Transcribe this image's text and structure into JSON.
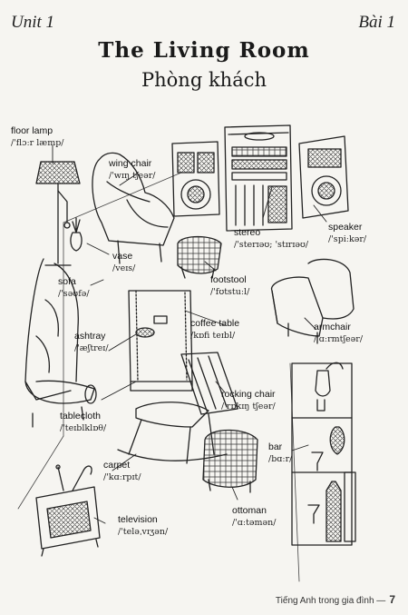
{
  "header": {
    "left": "Unit 1",
    "right": "Bài 1",
    "title": "The Living Room",
    "subtitle": "Phòng khách"
  },
  "labels": [
    {
      "key": "floor-lamp",
      "word": "floor lamp",
      "phon": "/'flɔːr læmp/"
    },
    {
      "key": "wing-chair",
      "word": "wing chair",
      "phon": "/'wɪŋ tʃeər/"
    },
    {
      "key": "stereo",
      "word": "stereo",
      "phon": "/'sterɪəʊ; 'stɪrɪəʊ/"
    },
    {
      "key": "speaker",
      "word": "speaker",
      "phon": "/'spiːkər/"
    },
    {
      "key": "vase",
      "word": "vase",
      "phon": "/veɪs/"
    },
    {
      "key": "sofa",
      "word": "sofa",
      "phon": "/'səʊfə/"
    },
    {
      "key": "footstool",
      "word": "footstool",
      "phon": "/'fʊtstuːl/"
    },
    {
      "key": "coffee-table",
      "word": "coffee table",
      "phon": "/kɒfi teɪbl/"
    },
    {
      "key": "armchair",
      "word": "armchair",
      "phon": "/'ɑːrmtʃeər/"
    },
    {
      "key": "ashtray",
      "word": "ashtray",
      "phon": "/'æʃtreɪ/"
    },
    {
      "key": "rocking-chair",
      "word": "rocking chair",
      "phon": "/'rɒkɪŋ tʃeər/"
    },
    {
      "key": "tablecloth",
      "word": "tablecloth",
      "phon": "/'teɪblklɒθ/"
    },
    {
      "key": "bar",
      "word": "bar",
      "phon": "/bɑːr/"
    },
    {
      "key": "carpet",
      "word": "carpet",
      "phon": "/'kɑːrpɪt/"
    },
    {
      "key": "ottoman",
      "word": "ottoman",
      "phon": "/'ɑːtəmən/"
    },
    {
      "key": "television",
      "word": "television",
      "phon": "/'teləˌvɪʒən/"
    }
  ],
  "footer": {
    "book": "Tiếng Anh trong gia đình —",
    "page": "7"
  }
}
